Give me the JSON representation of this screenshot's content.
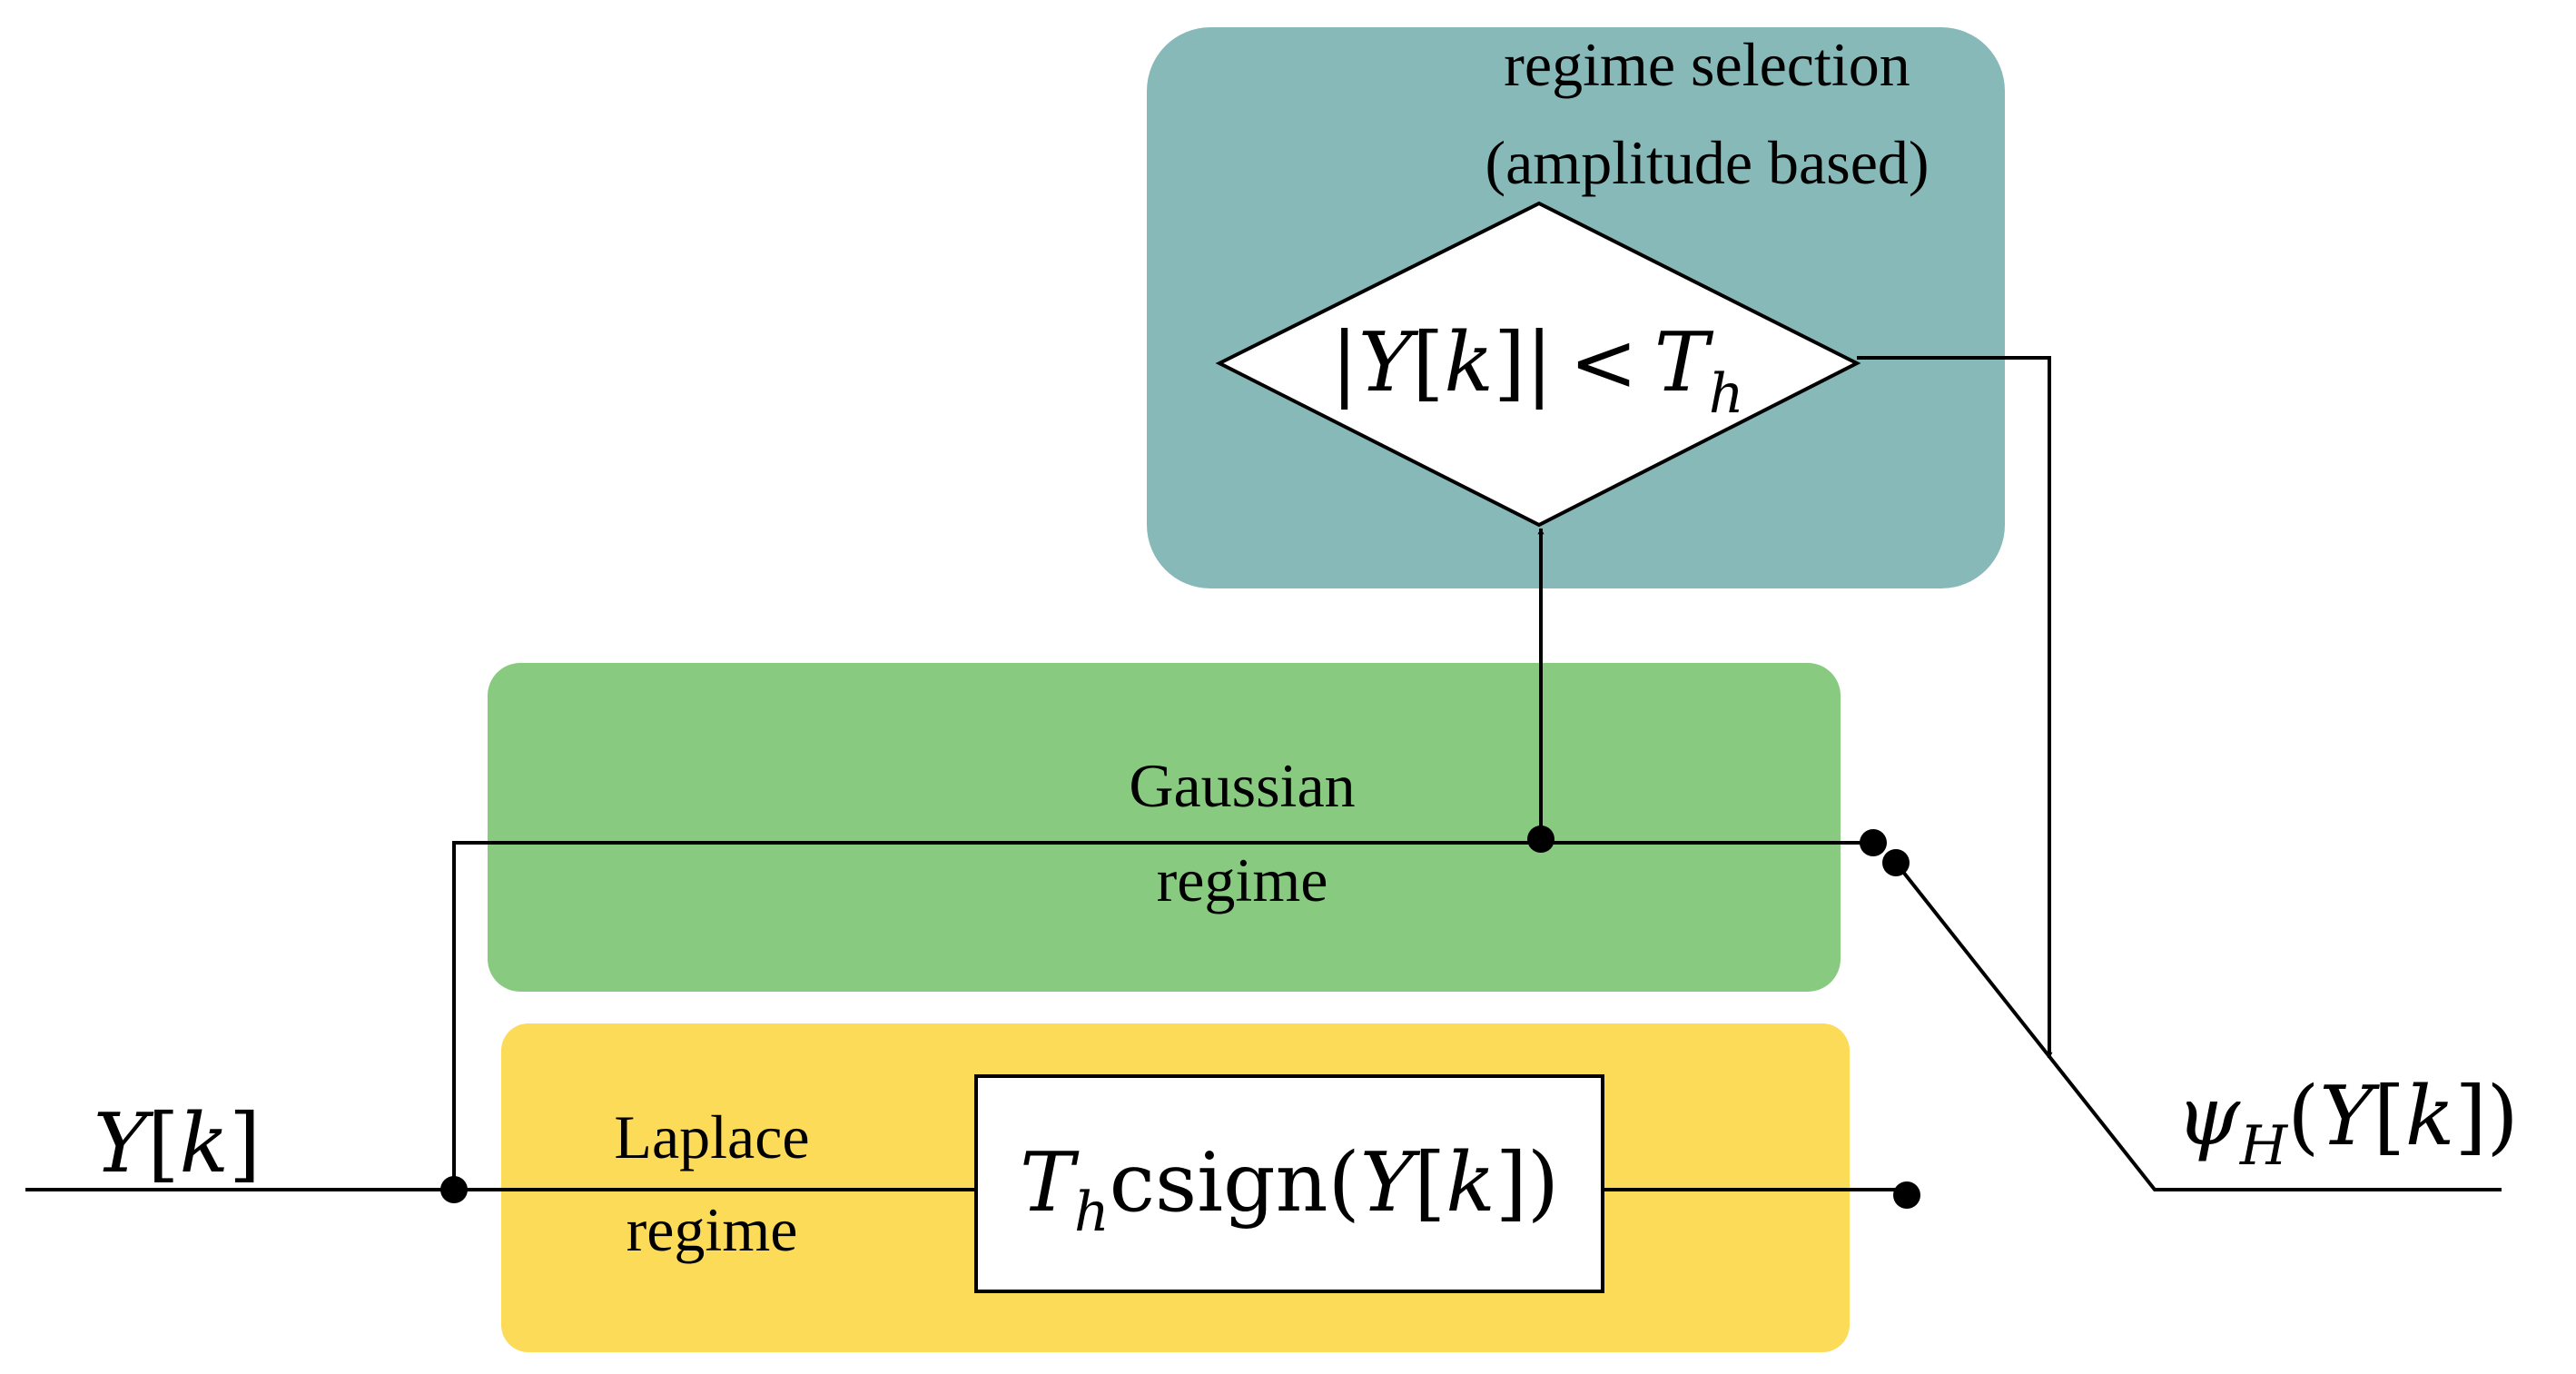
{
  "colors": {
    "regime_selection_bg": "#88b9b9",
    "gaussian_bg": "#88cb80",
    "laplace_bg": "#fcdb58",
    "box_fill": "#ffffff",
    "line": "#000000"
  },
  "regime_selection": {
    "title_line1": "regime selection",
    "title_line2": "(amplitude based)",
    "condition": {
      "bar_left": "|",
      "Y": "Y",
      "bracket_open": "[",
      "k": "k",
      "bracket_close": "]",
      "bar_right": "|",
      "less_than": "<",
      "T": "T",
      "h": "h"
    }
  },
  "gaussian": {
    "label_line1": "Gaussian",
    "label_line2": "regime"
  },
  "laplace": {
    "label_line1": "Laplace",
    "label_line2": "regime",
    "function": {
      "T": "T",
      "h": "h",
      "name": "csign",
      "paren_open": "(",
      "Y": "Y",
      "bracket_open": "[",
      "k": "k",
      "bracket_close": "]",
      "paren_close": ")"
    }
  },
  "input": {
    "Y": "Y",
    "bracket_open": "[",
    "k": "k",
    "bracket_close": "]"
  },
  "output": {
    "psi": "ψ",
    "H": "H",
    "paren_open": "(",
    "Y": "Y",
    "bracket_open": "[",
    "k": "k",
    "bracket_close": "])"
  }
}
